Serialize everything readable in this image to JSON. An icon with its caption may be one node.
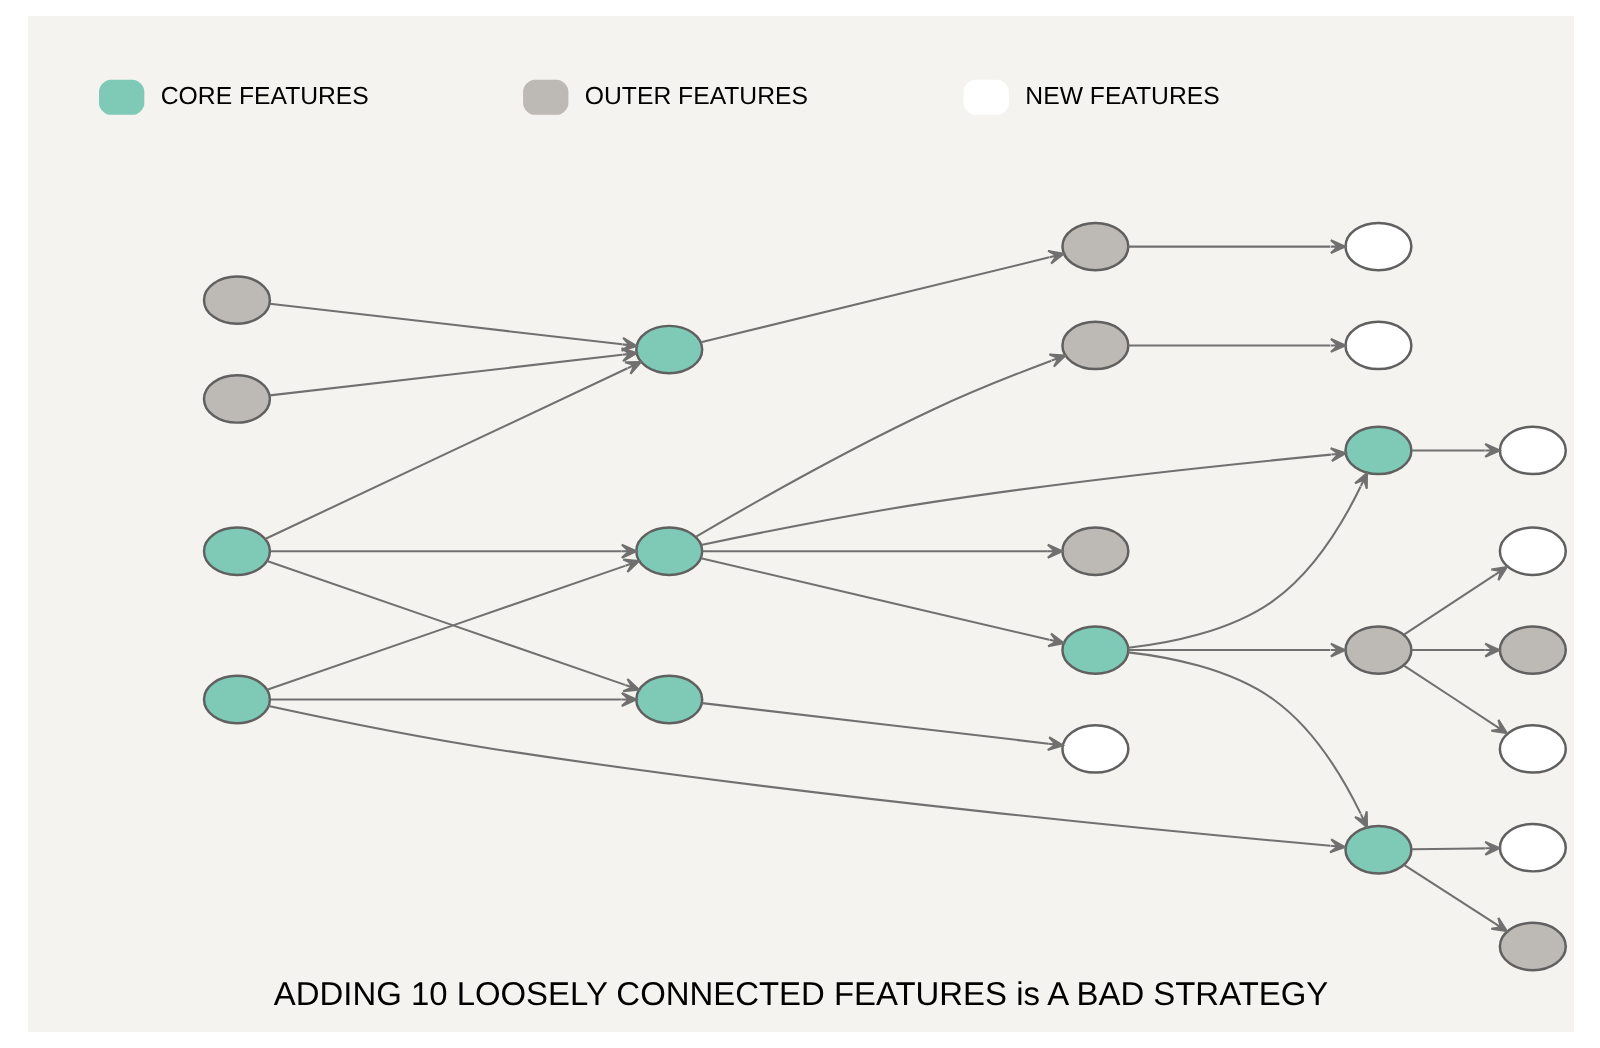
{
  "diagram": {
    "caption": "ADDING 10 LOOSELY CONNECTED FEATURES is A BAD STRATEGY",
    "nodes": [
      {
        "text": [],
        "shape": "ellipse"
      },
      {
        "text": [],
        "shape": "ellipse"
      },
      {
        "text": [],
        "shape": "ellipse"
      },
      {
        "text": [],
        "shape": "ellipse"
      },
      {
        "text": [],
        "shape": "ellipse"
      },
      {
        "text": [],
        "shape": "ellipse"
      },
      {
        "text": [],
        "shape": "ellipse"
      },
      {
        "text": [],
        "shape": "ellipse"
      },
      {
        "text": [],
        "shape": "ellipse"
      },
      {
        "text": [],
        "shape": "ellipse"
      },
      {
        "text": [],
        "shape": "ellipse"
      },
      {
        "text": [],
        "shape": "ellipse"
      },
      {
        "text": [],
        "shape": "ellipse"
      },
      {
        "text": [],
        "shape": "ellipse"
      },
      {
        "text": [],
        "shape": "ellipse"
      },
      {
        "text": [],
        "shape": "ellipse"
      },
      {
        "text": [],
        "shape": "ellipse"
      },
      {
        "text": [],
        "shape": "ellipse"
      },
      {
        "text": [],
        "shape": "ellipse"
      },
      {
        "text": [],
        "shape": "ellipse"
      },
      {
        "text": [],
        "shape": "ellipse"
      },
      {
        "text": [],
        "shape": "ellipse"
      },
      {
        "text": [],
        "shape": "ellipse"
      }
    ],
    "edges": [
      {
        "from": 8,
        "to": 5,
        "arrow": "to"
      },
      {
        "from": 17,
        "to": 5,
        "arrow": "to"
      },
      {
        "from": 5,
        "to": 0,
        "arrow": "to"
      },
      {
        "from": 0,
        "to": 1,
        "arrow": "to"
      },
      {
        "from": 10,
        "to": 5,
        "arrow": "to"
      },
      {
        "from": 10,
        "to": 6,
        "arrow": "to"
      },
      {
        "from": 10,
        "to": 14,
        "arrow": "to"
      },
      {
        "from": 11,
        "to": 6,
        "arrow": "to"
      },
      {
        "from": 11,
        "to": 14,
        "arrow": "to"
      },
      {
        "from": 6,
        "to": 2,
        "arrow": "to"
      },
      {
        "from": 11,
        "to": 7,
        "arrow": "to"
      },
      {
        "from": 7,
        "to": 3,
        "arrow": "to"
      },
      {
        "from": 7,
        "to": 4,
        "arrow": "to"
      },
      {
        "from": 12,
        "to": 7,
        "arrow": "to"
      },
      {
        "from": 14,
        "to": 12,
        "arrow": "to"
      },
      {
        "from": 14,
        "to": 15,
        "arrow": "to"
      },
      {
        "from": 12,
        "to": 15,
        "arrow": "to"
      },
      {
        "from": 12,
        "to": 13,
        "arrow": "to"
      },
      {
        "from": 13,
        "to": 9,
        "arrow": "to"
      },
      {
        "from": 13,
        "to": 16,
        "arrow": "to"
      },
      {
        "from": 13,
        "to": 19,
        "arrow": "to"
      },
      {
        "from": 15,
        "to": 18,
        "arrow": "to"
      },
      {
        "from": 14,
        "to": 20,
        "arrow": "to"
      },
      {
        "from": 20,
        "to": 22,
        "arrow": "to"
      },
      {
        "from": 14,
        "to": 21,
        "arrow": "to"
      }
    ],
    "legend": [
      {
        "text": "CORE FEATURES",
        "color": "#7ecab6"
      },
      {
        "text": "OUTER FEATURES",
        "color": "#bdb9b4"
      },
      {
        "text": "NEW FEATURES",
        "color": "#ffffff"
      }
    ]
  }
}
